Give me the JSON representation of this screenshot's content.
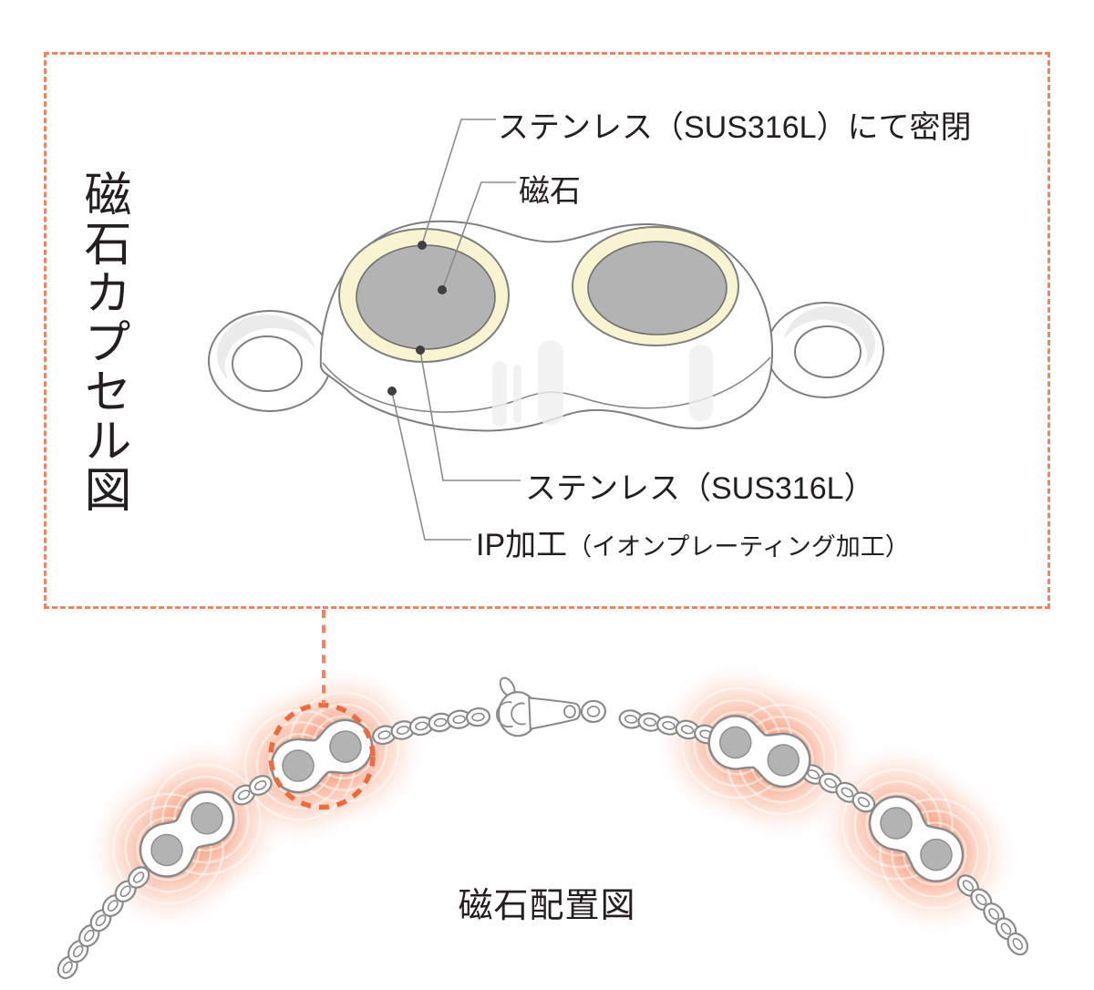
{
  "diagram": {
    "capsule_section": {
      "title_vertical": "磁石カプセル図",
      "callouts": {
        "seal": {
          "label": "ステンレス（SUS316L）にて密閉"
        },
        "magnet": {
          "label": "磁石"
        },
        "stainless": {
          "label": "ステンレス（SUS316L）"
        },
        "ip": {
          "label": "IP加工",
          "label_sub": "（イオンプレーティング加工）"
        }
      }
    },
    "placement_section": {
      "caption": "磁石配置図"
    },
    "colors": {
      "accent_orange": "#F4845C",
      "highlight_orange": "#F06A40",
      "glow_orange": "#F3744A",
      "capsule_cream": "#F8F3D0",
      "magnet_gray": "#B3B3B3",
      "outline_gray": "#7F7F7F",
      "text_black": "#231F20"
    }
  }
}
